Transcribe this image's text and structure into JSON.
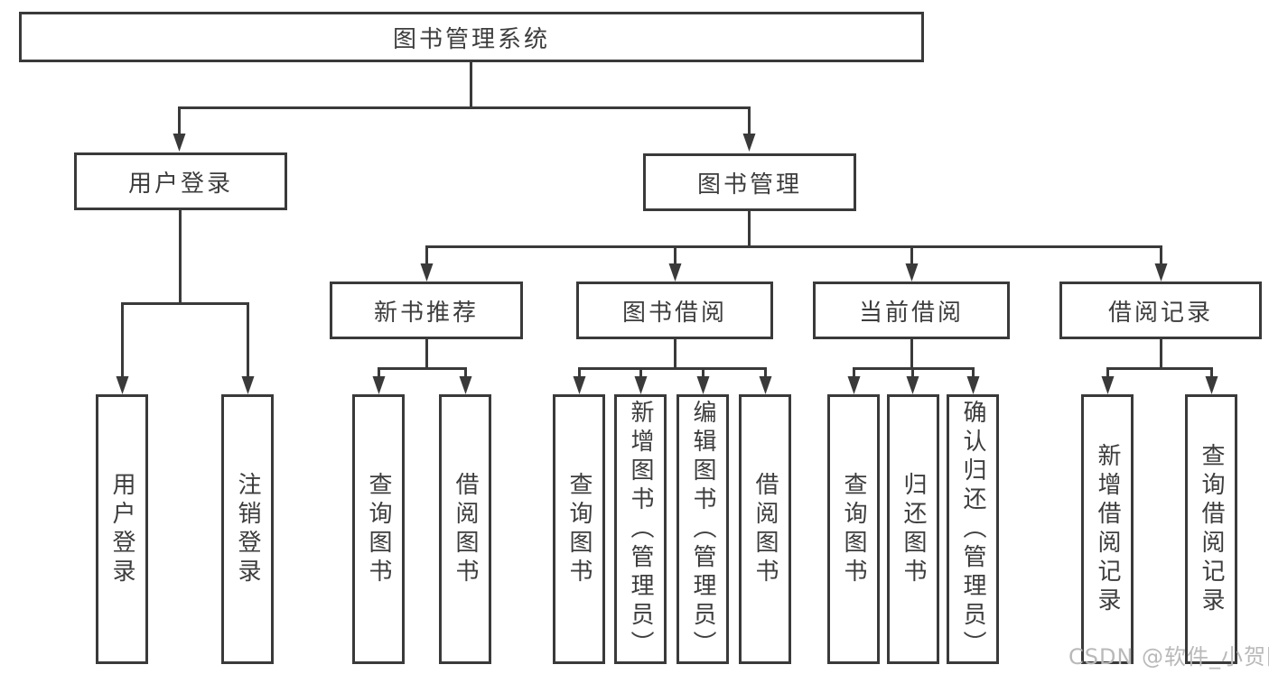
{
  "diagram": {
    "colors": {
      "line": "#3a3a3a",
      "box_border": "#3a3a3a",
      "box_fill": "#ffffff",
      "text": "#3d3d3d",
      "watermark": "#b9b9b9"
    },
    "tree": {
      "root": {
        "label": "图书管理系统",
        "children": [
          {
            "label": "用户登录",
            "children": [
              {
                "label": "用户登录"
              },
              {
                "label": "注销登录"
              }
            ]
          },
          {
            "label": "图书管理",
            "children": [
              {
                "label": "新书推荐",
                "children": [
                  {
                    "label": "查询图书"
                  },
                  {
                    "label": "借阅图书"
                  }
                ]
              },
              {
                "label": "图书借阅",
                "children": [
                  {
                    "label": "查询图书"
                  },
                  {
                    "label": "新增图书（管理员）"
                  },
                  {
                    "label": "编辑图书（管理员）"
                  },
                  {
                    "label": "借阅图书"
                  }
                ]
              },
              {
                "label": "当前借阅",
                "children": [
                  {
                    "label": "查询图书"
                  },
                  {
                    "label": "归还图书"
                  },
                  {
                    "label": "确认归还（管理员）"
                  }
                ]
              },
              {
                "label": "借阅记录",
                "children": [
                  {
                    "label": "新增借阅记录"
                  },
                  {
                    "label": "查询借阅记录"
                  }
                ]
              }
            ]
          }
        ]
      }
    },
    "watermark": {
      "text": "CSDN @软件_小贺同学"
    }
  }
}
